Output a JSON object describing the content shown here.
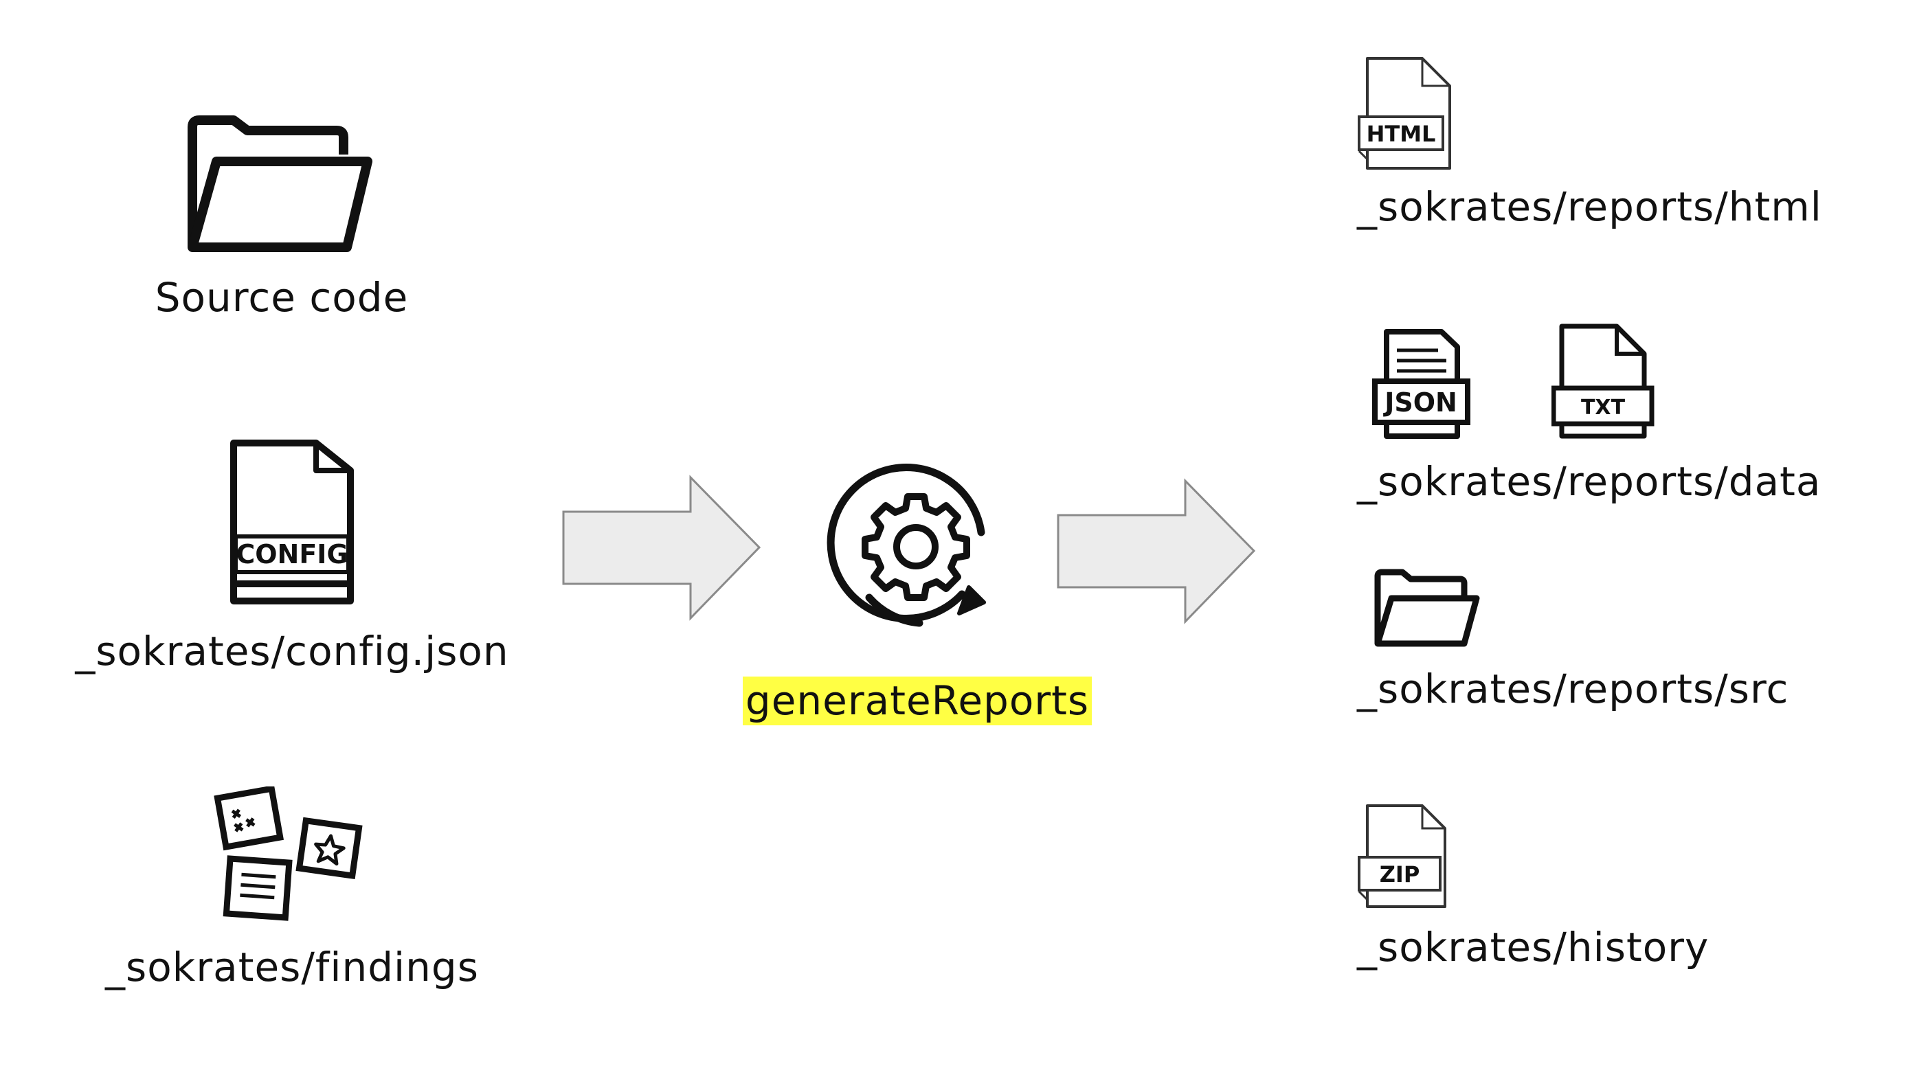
{
  "inputs": {
    "source": {
      "label": "Source code",
      "icon": "folder-open-icon"
    },
    "config": {
      "label": "_sokrates/config.json",
      "icon": "config-file-icon",
      "badge": "CONFIG"
    },
    "findings": {
      "label": "_sokrates/findings",
      "icon": "sticky-notes-icon"
    }
  },
  "process": {
    "label": "generateReports",
    "icon": "gear-refresh-icon",
    "highlight_color": "#ffff44"
  },
  "outputs": {
    "html": {
      "label": "_sokrates/reports/html",
      "icon": "html-file-icon",
      "badge": "HTML"
    },
    "data": {
      "label": "_sokrates/reports/data",
      "icons": [
        "json-file-icon",
        "txt-file-icon"
      ],
      "badges": [
        "JSON",
        "TXT"
      ]
    },
    "src": {
      "label": "_sokrates/reports/src",
      "icon": "folder-open-icon"
    },
    "history": {
      "label": "_sokrates/history",
      "icon": "zip-file-icon",
      "badge": "ZIP"
    }
  },
  "colors": {
    "arrow_fill": "#ececec",
    "arrow_stroke": "#8a8a8a",
    "icon_stroke": "#111111"
  }
}
